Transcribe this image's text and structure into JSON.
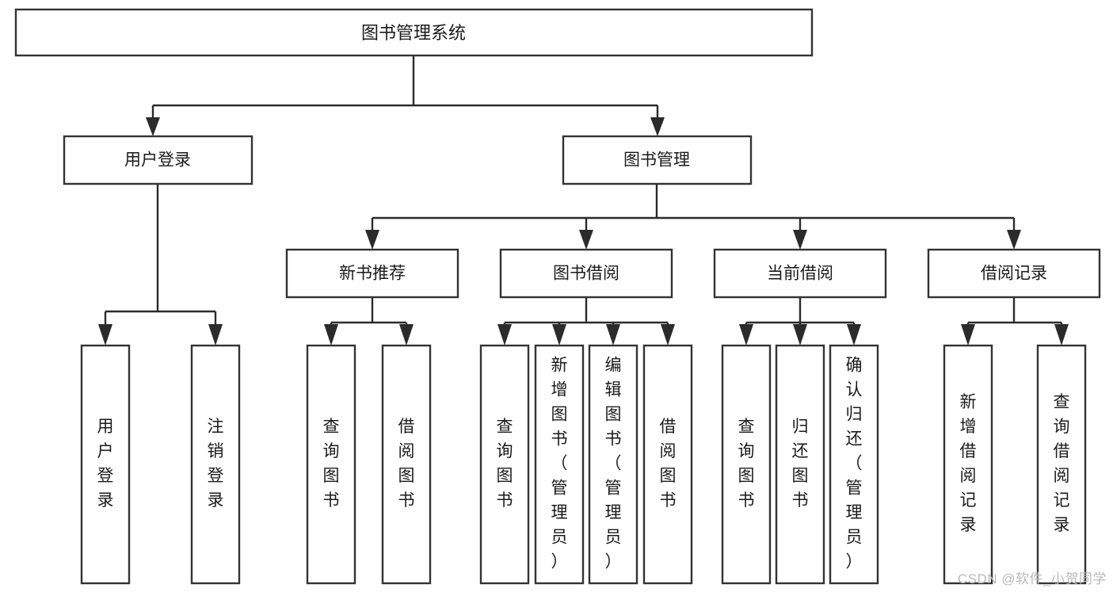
{
  "diagram": {
    "type": "tree",
    "title": "图书管理系统",
    "watermark": "CSDN @软件_小贺同学",
    "colors": {
      "box_stroke": "#333333",
      "box_fill": "#ffffff",
      "connector": "#2b2b2b",
      "text": "#1a1a1a",
      "watermark": "#b9b9b9",
      "background": "#ffffff"
    },
    "root": {
      "label": "图书管理系统"
    },
    "level2": [
      {
        "label": "用户登录"
      },
      {
        "label": "图书管理"
      }
    ],
    "level3": [
      {
        "label": "新书推荐"
      },
      {
        "label": "图书借阅"
      },
      {
        "label": "当前借阅"
      },
      {
        "label": "借阅记录"
      }
    ],
    "leaves": {
      "user_login": [
        {
          "label": "用户登录"
        },
        {
          "label": "注销登录"
        }
      ],
      "new_book_recommend": [
        {
          "label": "查询图书"
        },
        {
          "label": "借阅图书"
        }
      ],
      "book_borrow": [
        {
          "label": "查询图书"
        },
        {
          "label": "新增图书（管理员）"
        },
        {
          "label": "编辑图书（管理员）"
        },
        {
          "label": "借阅图书"
        }
      ],
      "current_borrow": [
        {
          "label": "查询图书"
        },
        {
          "label": "归还图书"
        },
        {
          "label": "确认归还（管理员）"
        }
      ],
      "borrow_record": [
        {
          "label": "新增借阅记录"
        },
        {
          "label": "查询借阅记录"
        }
      ]
    }
  }
}
